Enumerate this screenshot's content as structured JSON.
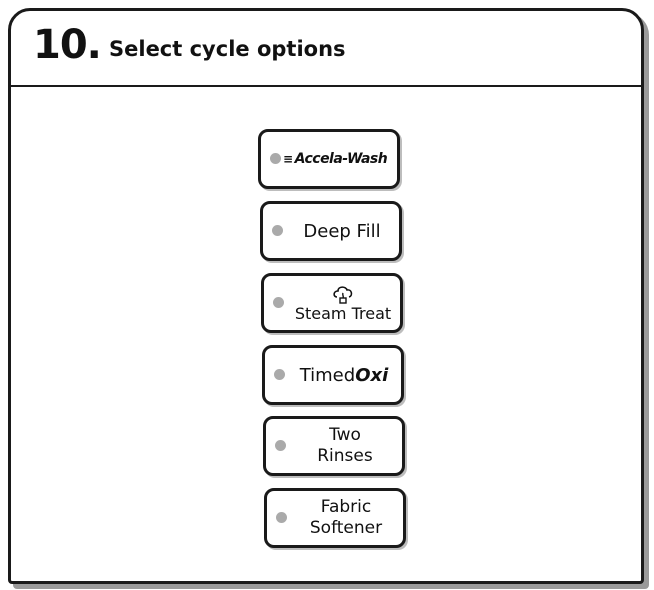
{
  "header": {
    "step_number": "10.",
    "title": "Select cycle options"
  },
  "buttons": {
    "accela_wash": {
      "label": "Accela-Wash"
    },
    "deep_fill": {
      "label": "Deep Fill"
    },
    "steam_treat": {
      "label": "Steam Treat",
      "icon": "steam-icon"
    },
    "timed_oxi": {
      "label_prefix": "Timed",
      "label_suffix": "Oxi"
    },
    "two_rinses": {
      "line1": "Two",
      "line2": "Rinses"
    },
    "fabric_softener": {
      "line1": "Fabric",
      "line2": "Softener"
    }
  },
  "colors": {
    "border": "#1a1a1a",
    "indicator": "#aaaaaa",
    "shadow": "#9a9a9a"
  }
}
